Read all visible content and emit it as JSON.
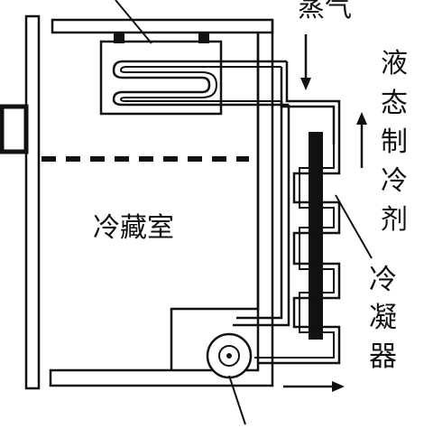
{
  "labels": {
    "steam": "蒸气",
    "liquid_refrigerant": [
      "液",
      "态",
      "制",
      "冷",
      "剂"
    ],
    "condenser": [
      "冷",
      "凝",
      "器"
    ],
    "cold_room": "冷藏室"
  },
  "colors": {
    "line": "#111111",
    "background": "#ffffff"
  }
}
